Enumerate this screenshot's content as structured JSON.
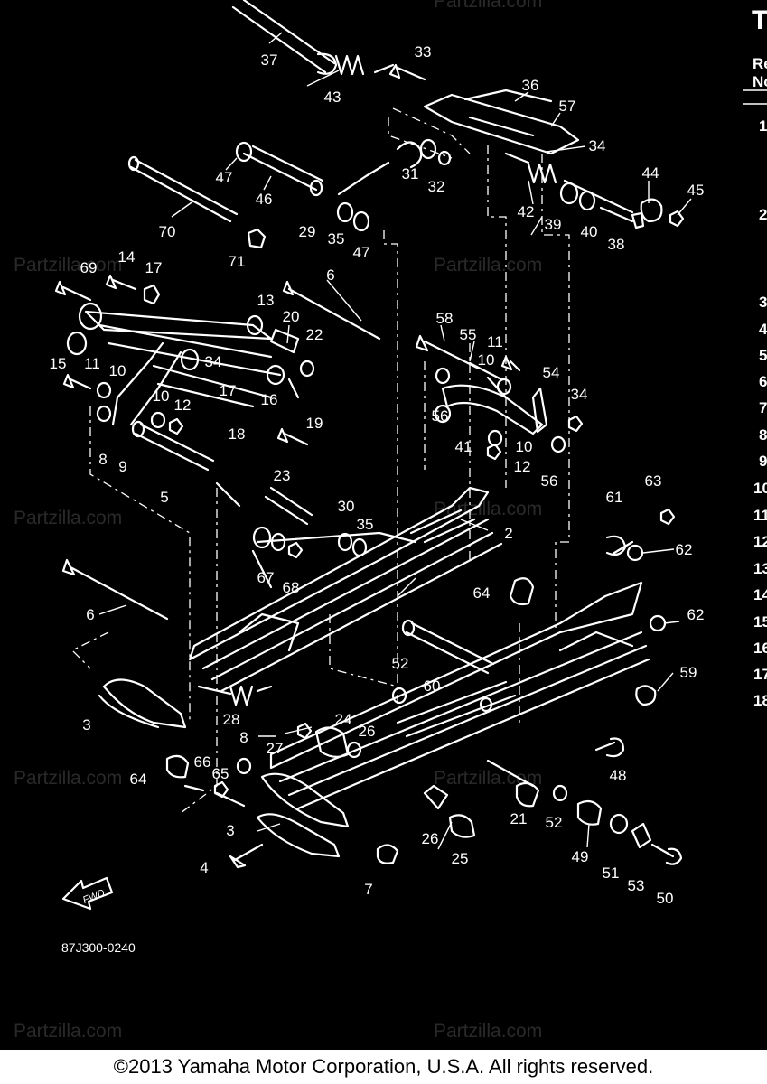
{
  "diagram": {
    "title_fragment": "T",
    "column_header": [
      "Re",
      "No"
    ],
    "drawing_code": "87J300-0240",
    "direction_arrow": "FWD",
    "watermark": "Partzilla.com",
    "right_edge_numbers": [
      "1",
      "2",
      "3",
      "4",
      "5",
      "6",
      "7",
      "8",
      "9",
      "10",
      "11",
      "12",
      "13",
      "14",
      "15",
      "16",
      "17",
      "18"
    ],
    "part_callouts": [
      "37",
      "43",
      "33",
      "36",
      "57",
      "34",
      "31",
      "32",
      "47",
      "46",
      "29",
      "35",
      "47",
      "44",
      "45",
      "42",
      "39",
      "40",
      "38",
      "70",
      "71",
      "69",
      "14",
      "17",
      "13",
      "6",
      "20",
      "22",
      "58",
      "55",
      "11",
      "15",
      "11",
      "10",
      "34",
      "10",
      "12",
      "17",
      "16",
      "18",
      "8",
      "9",
      "10",
      "54",
      "34",
      "56",
      "41",
      "10",
      "12",
      "56",
      "19",
      "5",
      "23",
      "30",
      "35",
      "2",
      "61",
      "63",
      "62",
      "67",
      "68",
      "64",
      "6",
      "62",
      "52",
      "60",
      "59",
      "3",
      "28",
      "24",
      "26",
      "8",
      "27",
      "48",
      "64",
      "66",
      "65",
      "21",
      "52",
      "3",
      "26",
      "25",
      "49",
      "51",
      "53",
      "50",
      "4",
      "7"
    ]
  },
  "footer": {
    "copyright": "©2013  Yamaha Motor Corporation, U.S.A. All rights reserved."
  }
}
